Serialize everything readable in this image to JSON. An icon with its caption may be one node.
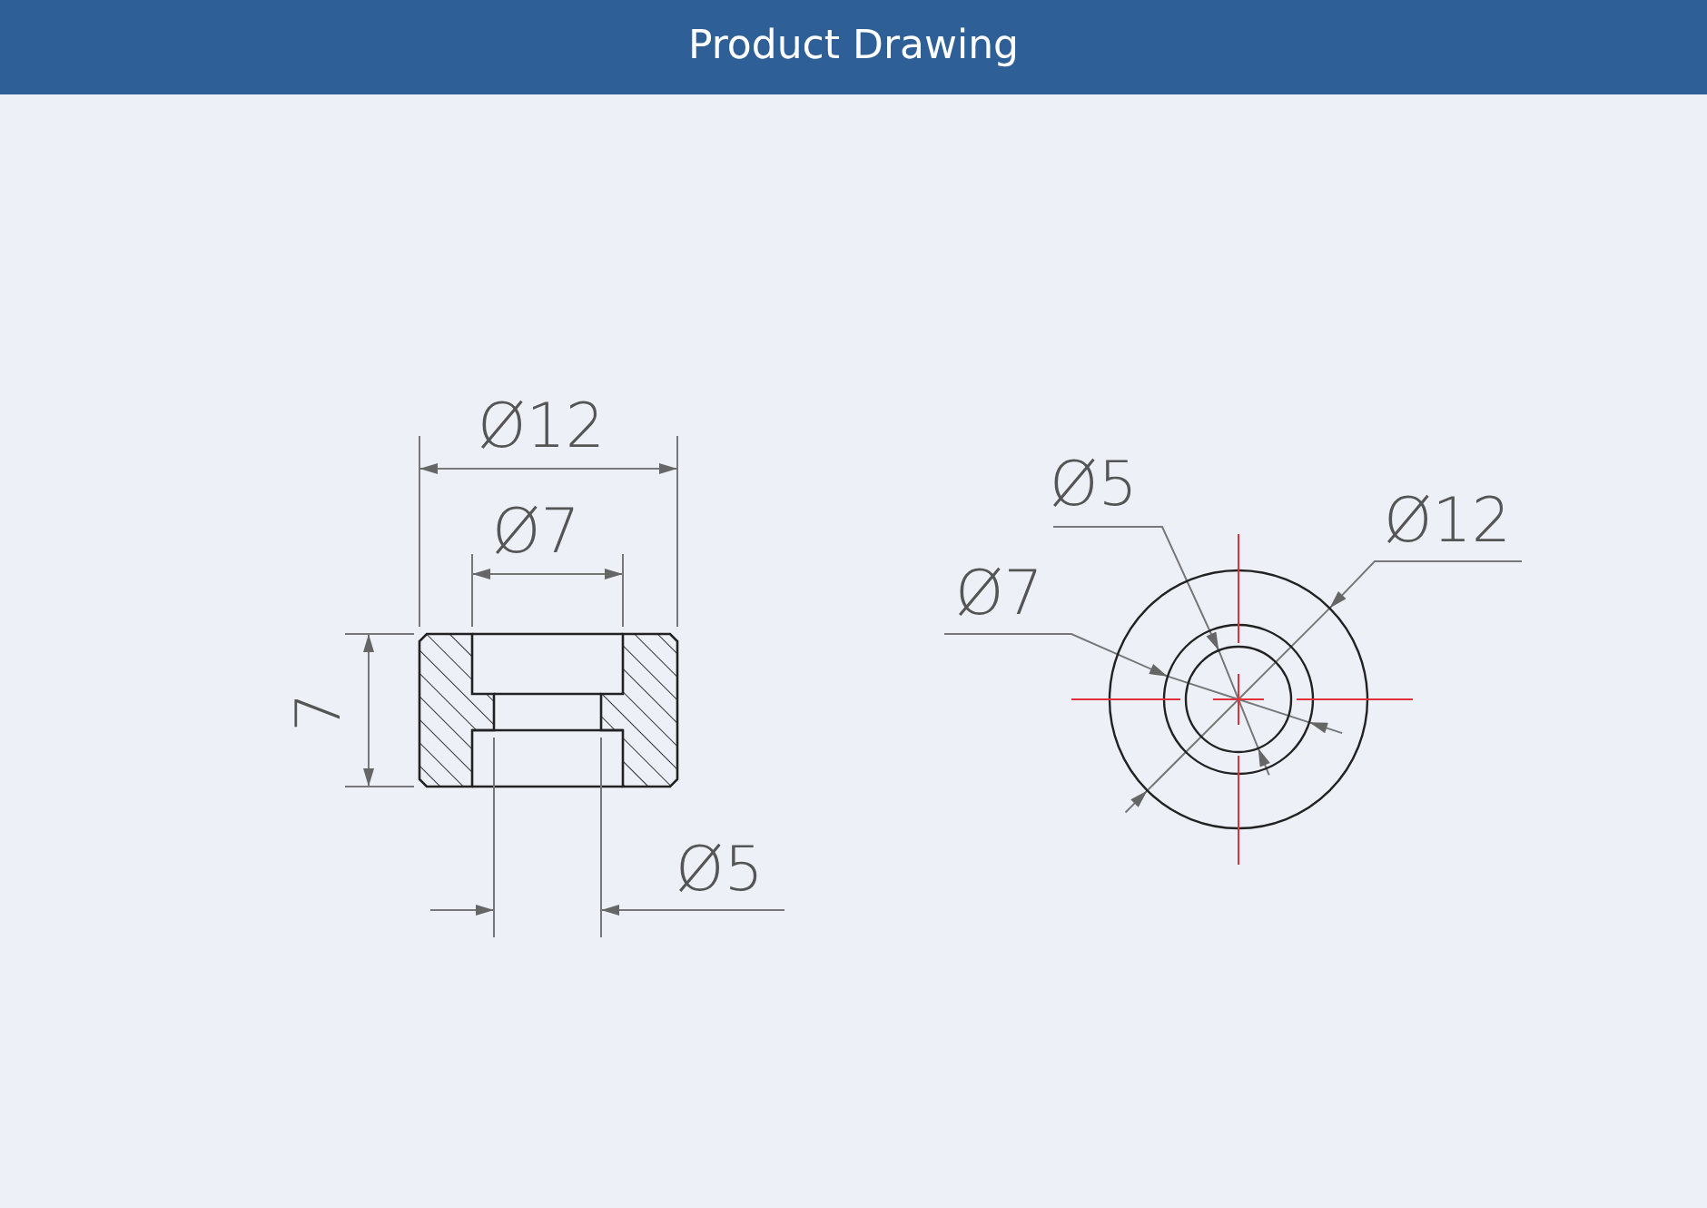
{
  "diagram": {
    "title": "Product Drawing",
    "labels": [
      "Ø12",
      "Ø7",
      "7",
      "Ø5",
      "Ø5",
      "Ø7",
      "Ø12"
    ]
  }
}
